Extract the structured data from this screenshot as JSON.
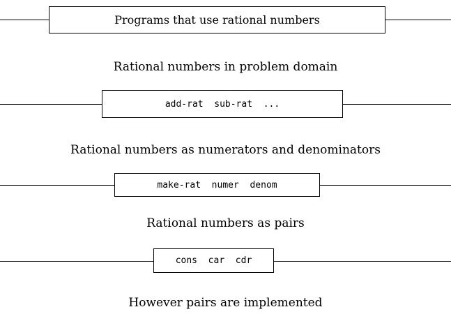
{
  "layers": [
    {
      "box_text": "Programs that use rational numbers",
      "label": "Rational numbers in problem domain"
    },
    {
      "box_text": "add-rat  sub-rat  ...",
      "label": "Rational numbers as numerators and denominators"
    },
    {
      "box_text": "make-rat  numer  denom",
      "label": "Rational numbers as pairs"
    },
    {
      "box_text": "cons  car  cdr",
      "label": "However pairs are implemented"
    }
  ]
}
